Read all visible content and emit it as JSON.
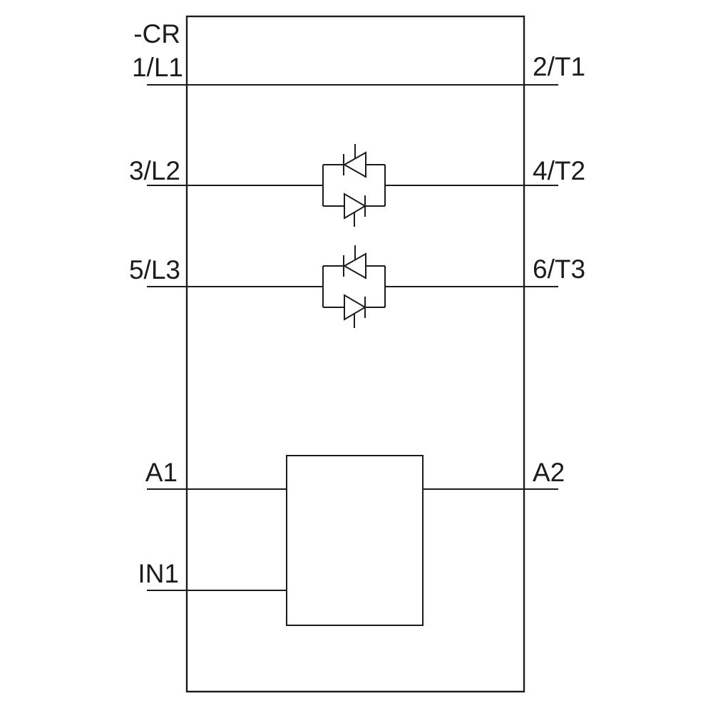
{
  "diagram": {
    "device_label": "-CR",
    "phase_lines": [
      {
        "left_terminal": "1/L1",
        "right_terminal": "2/T1",
        "thyristor_pair": false
      },
      {
        "left_terminal": "3/L2",
        "right_terminal": "4/T2",
        "thyristor_pair": true
      },
      {
        "left_terminal": "5/L3",
        "right_terminal": "6/T3",
        "thyristor_pair": true
      }
    ],
    "control": {
      "supply_left_terminal": "A1",
      "supply_right_terminal": "A2",
      "input_terminal": "IN1"
    },
    "colors": {
      "line": "#1c1c1c",
      "background": "#ffffff"
    }
  }
}
